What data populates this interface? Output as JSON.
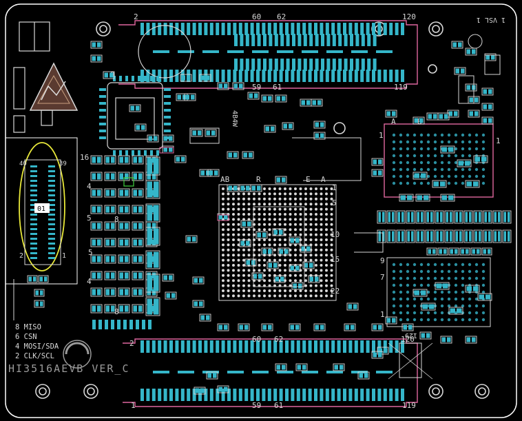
{
  "board": {
    "label": "HI3516AEVB VER_C",
    "colors": {
      "board": "#000000",
      "outline": "#ffffff",
      "pad": "#35b6c9",
      "pad_dim": "#2b8fa0",
      "silk": "#d9d9d9",
      "pink": "#e0679f",
      "yellow": "#e8e83a",
      "green": "#3fd23f"
    }
  },
  "ddr_top": {
    "pins": [
      "2",
      "60",
      "62",
      "120"
    ],
    "pins_bottom": [
      "59",
      "61",
      "119"
    ]
  },
  "ddr_bottom": {
    "pins": [
      "2",
      "60",
      "62",
      "120"
    ],
    "pins_bottom": [
      "1",
      "59",
      "61",
      "119"
    ]
  },
  "bga": {
    "cols": [
      "AB",
      "R",
      "E",
      "A"
    ],
    "rows": [
      "1",
      "5",
      "10",
      "15",
      "22"
    ]
  },
  "connector": {
    "badge": "01",
    "pin_left": "2",
    "pin_right": "1",
    "pin_left_top": "40",
    "pin_right_top": "39"
  },
  "spi_labels": [
    "8 MISO",
    "6 CSN",
    "4 MOSI/SDA",
    "2 CLK/SCL"
  ],
  "misc": {
    "reg_label": "4B4W",
    "ic_pin_16": "16",
    "ic_pin_4": "4",
    "ic_pin_5": "5",
    "ic_pin_8": "8",
    "ic_pin_9": "9",
    "ic_pin_1": "1",
    "pin_9": "9",
    "pin_5": "5",
    "pin_4": "4",
    "top_right_ref": "1 VSL 1",
    "flash_a": "A",
    "flash_b": "B",
    "flash_1": "1",
    "flash_r1": "1",
    "flash2_9": "9",
    "flash2_7": "7",
    "flash2_1": "1",
    "nine": "9",
    "num_129": "129"
  }
}
